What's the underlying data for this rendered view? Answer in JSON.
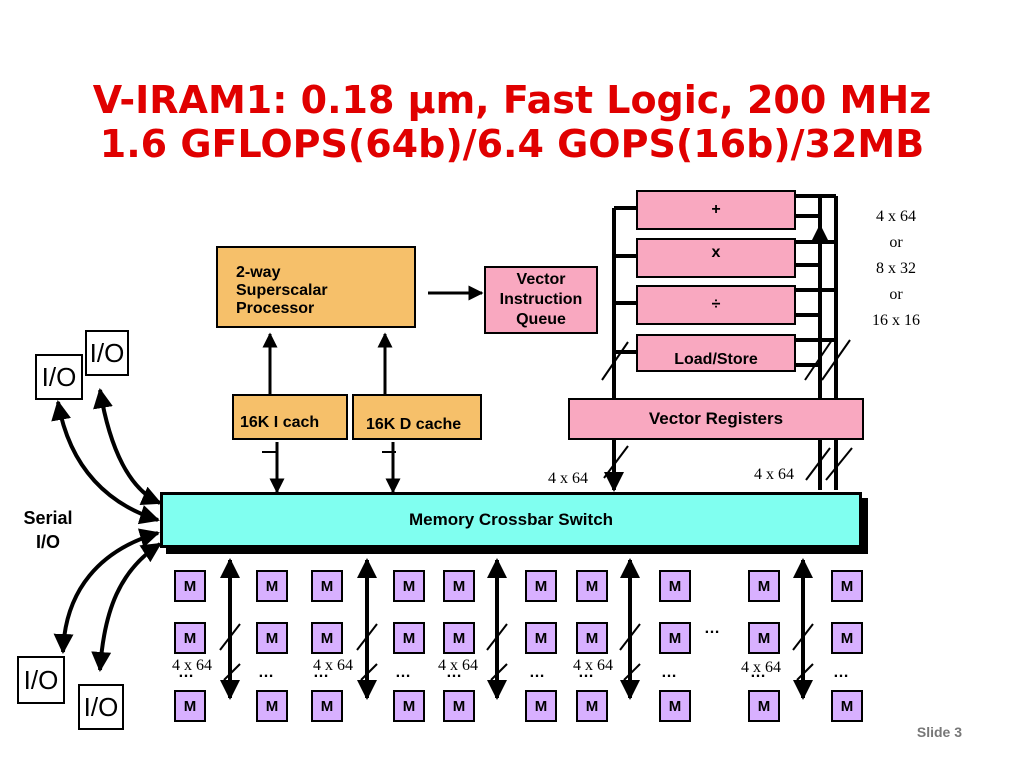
{
  "title": {
    "line1": "V-IRAM1: 0.18 µm, Fast Logic, 200 MHz",
    "line2": "1.6 GFLOPS(64b)/6.4 GOPS(16b)/32MB"
  },
  "processor": {
    "line1": "2-way",
    "line2": "Superscalar",
    "line3": "Processor"
  },
  "viq": {
    "line1": "Vector",
    "line2": "Instruction",
    "line3": "Queue"
  },
  "icache": "16K  I cach",
  "dcache": "16K D cache",
  "units": {
    "add": "+",
    "mul": "x",
    "div": "÷",
    "ls": "Load/Store"
  },
  "vector_registers": "Vector Registers",
  "crossbar": "Memory Crossbar Switch",
  "width_note": [
    "4 x 64",
    "or",
    "8 x 32",
    "or",
    "16 x 16"
  ],
  "bus_label": "4 x 64",
  "serial_io": {
    "line1": "Serial",
    "line2": "I/O"
  },
  "io_label": "I/O",
  "memory_label": "M",
  "ellipsis": "…",
  "slide": "Slide 3"
}
